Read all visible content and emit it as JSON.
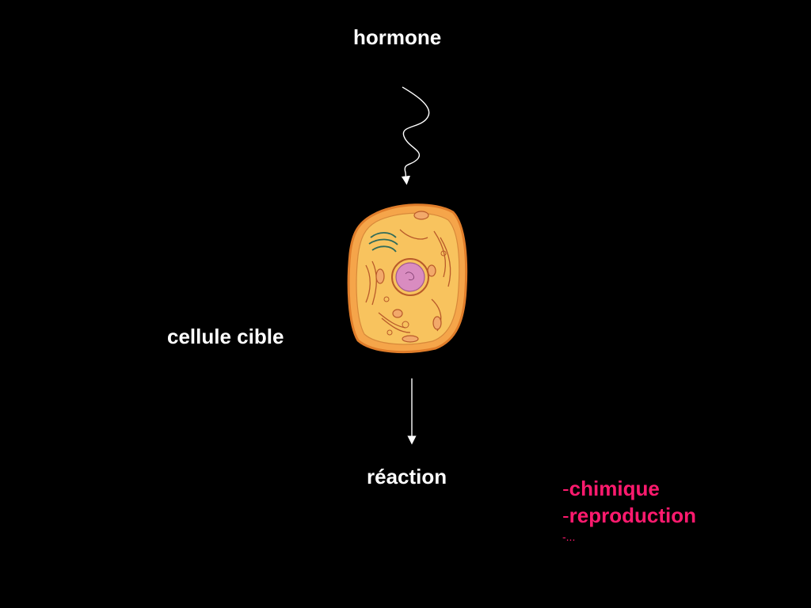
{
  "labels": {
    "hormone": "hormone",
    "target_cell": "cellule cible",
    "reaction": "réaction"
  },
  "reaction_types": {
    "dash": "-",
    "items": [
      "chimique",
      "reproduction"
    ],
    "more": "..."
  },
  "colors": {
    "background": "#000000",
    "text": "#ffffff",
    "accent": "#ff1a6e",
    "cell_fill": "#f5a54a",
    "cell_cytoplasm": "#f8c35e",
    "nucleus": "#d98cc0"
  },
  "icons": {
    "cell": "animal-cell-illustration",
    "signal": "wavy-arrow-icon",
    "reaction_arrow": "down-arrow-icon"
  }
}
